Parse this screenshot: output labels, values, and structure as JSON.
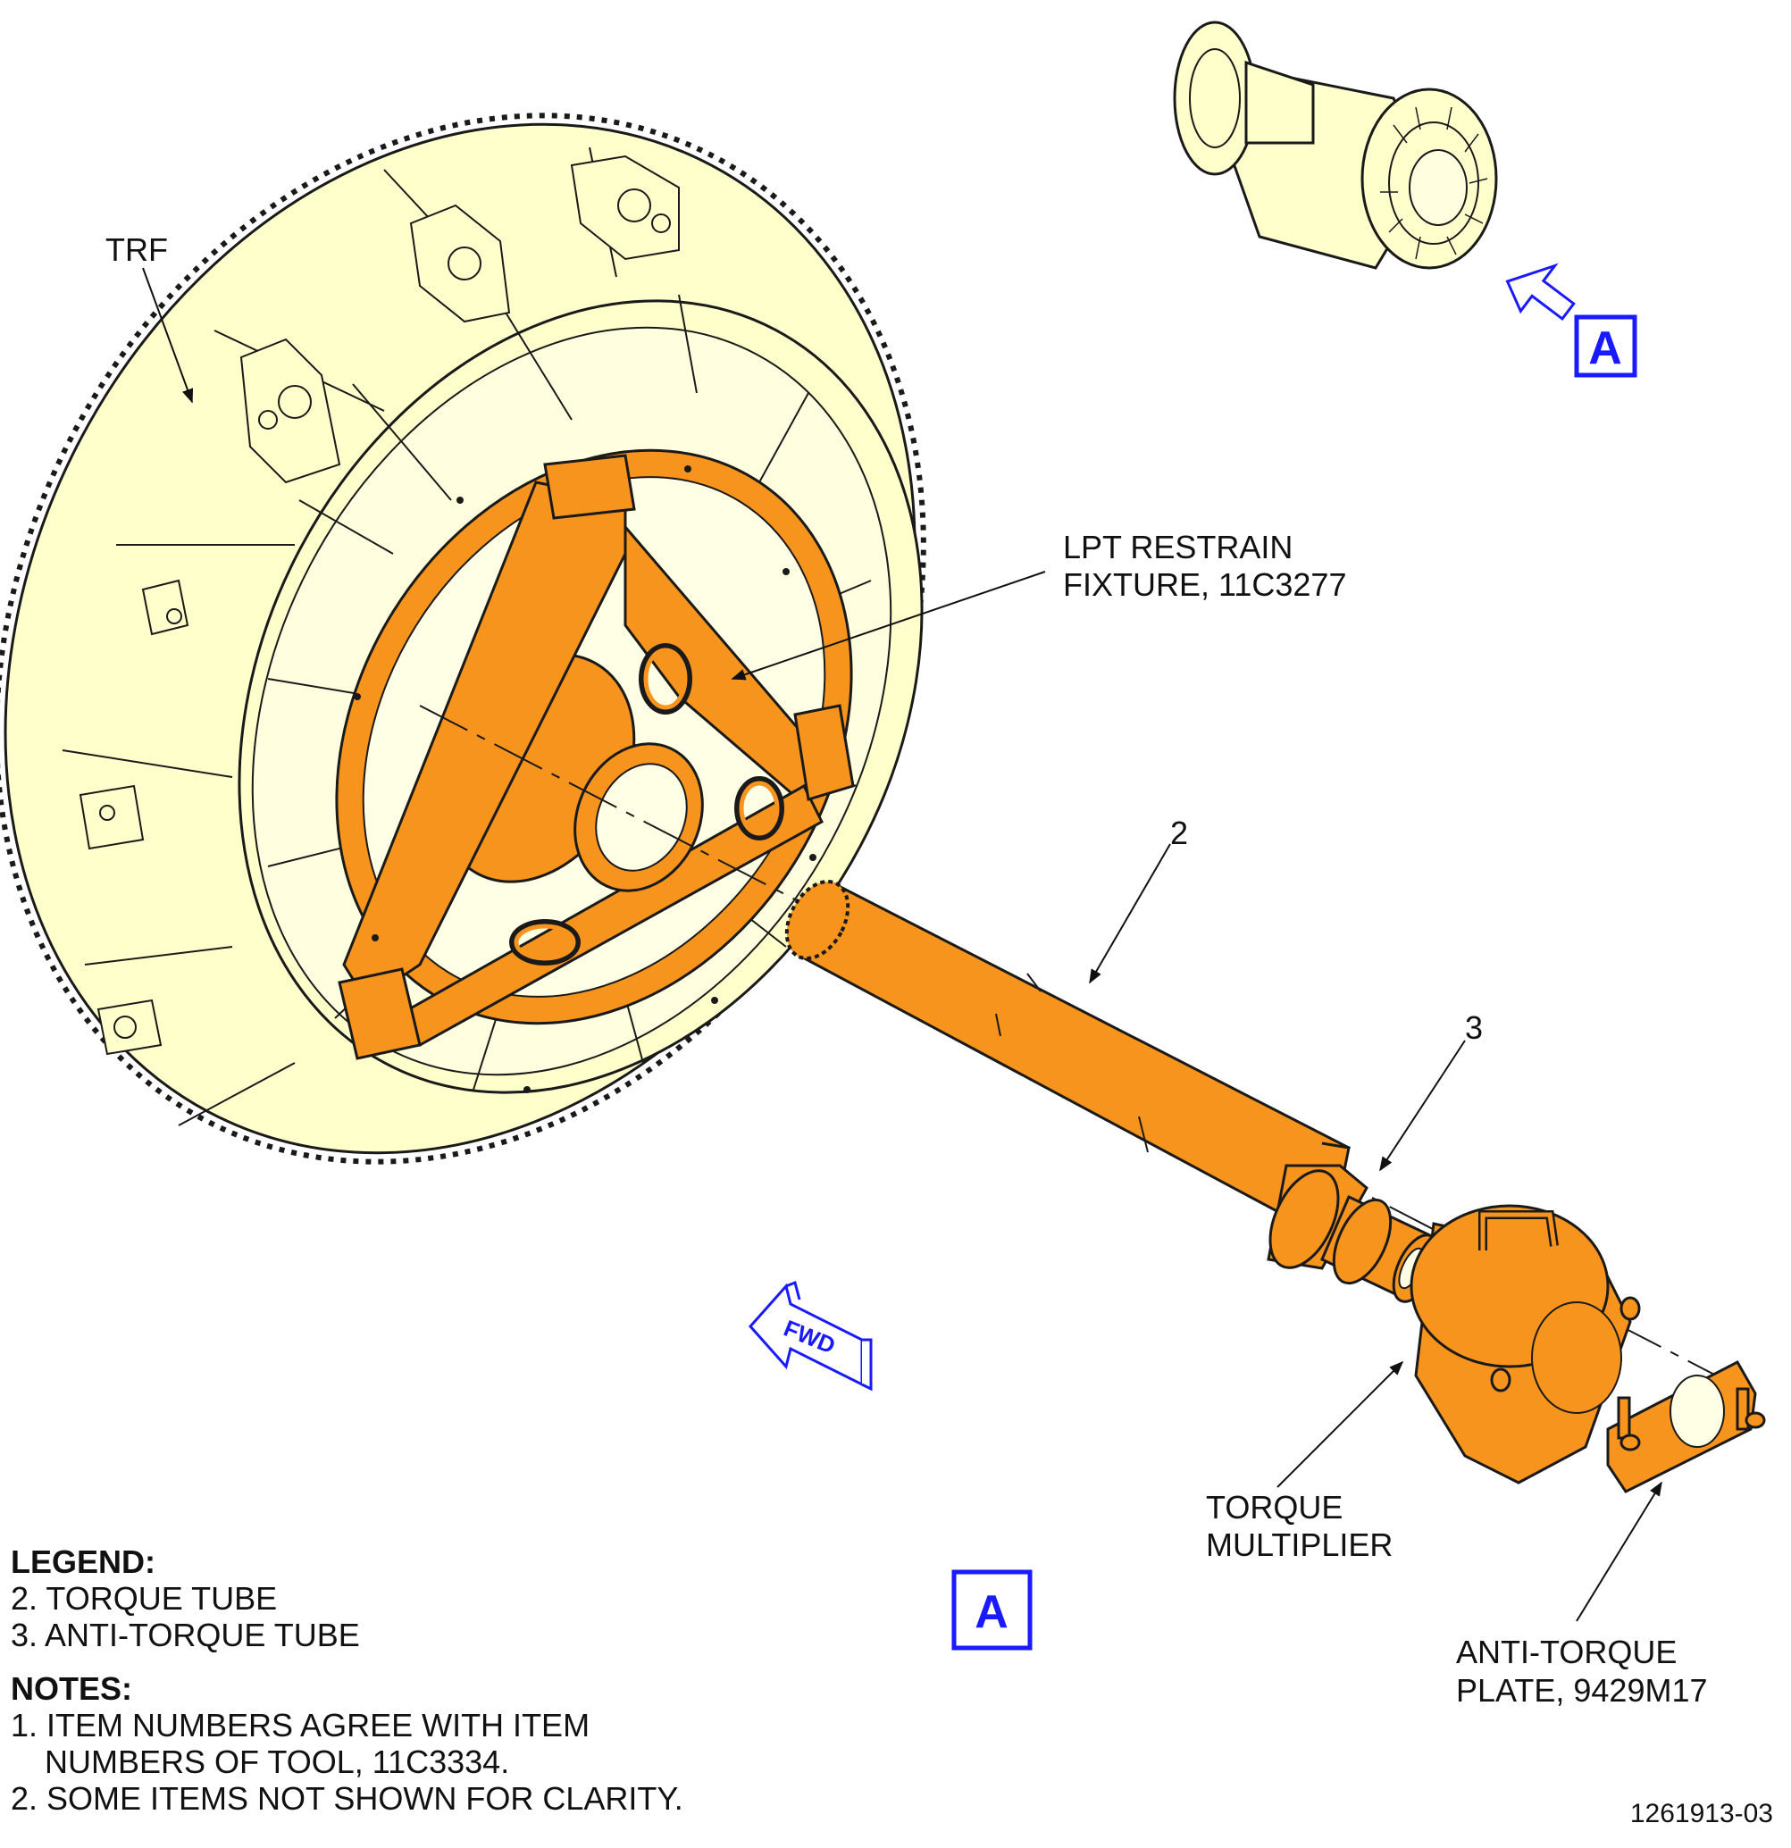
{
  "callouts": {
    "trf": "TRF",
    "lpt_line1": "LPT RESTRAIN",
    "lpt_line2": "FIXTURE, 11C3277",
    "item2": "2",
    "item3": "3",
    "tm_line1": "TORQUE",
    "tm_line2": "MULTIPLIER",
    "atp_line1": "ANTI-TORQUE",
    "atp_line2": "PLATE, 9429M17"
  },
  "view_flag": "A",
  "fwd_label": "FWD",
  "legend": {
    "title": "LEGEND:",
    "items": [
      "2. TORQUE TUBE",
      "3. ANTI-TORQUE TUBE"
    ]
  },
  "notes": {
    "title": "NOTES:",
    "item1_line1": "1. ITEM NUMBERS AGREE WITH ITEM",
    "item1_line2": "NUMBERS OF TOOL, 11C3334.",
    "item2": "2. SOME ITEMS NOT SHOWN FOR CLARITY."
  },
  "figure_number": "1261913-03",
  "colors": {
    "engine_part": "#ffffcc",
    "tool_part": "#f7941d",
    "view_flag": "#1a1aff",
    "line": "#1a1a1a"
  }
}
